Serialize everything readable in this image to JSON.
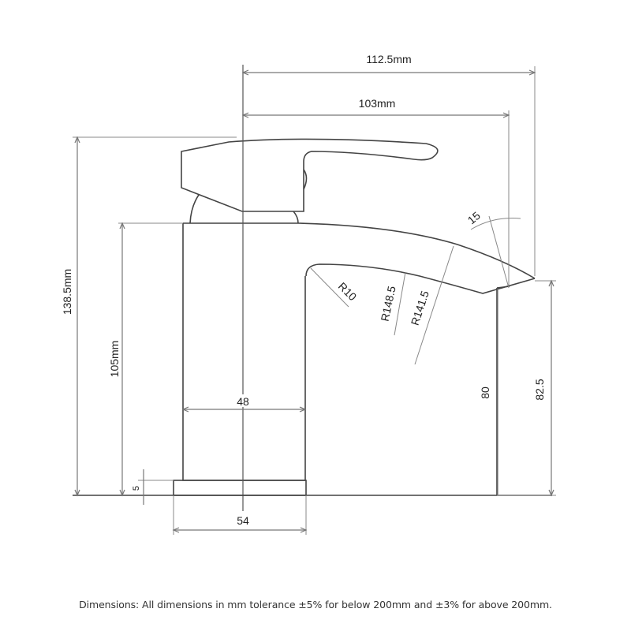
{
  "diagram": {
    "title": "Basin mixer tap dimension drawing",
    "units": "mm",
    "dimensions": {
      "overall_width": "112.5mm",
      "spout_reach": "103mm",
      "overall_height": "138.5mm",
      "body_height": "105mm",
      "body_width": "48",
      "base_width": "54",
      "base_thickness": "5",
      "spout_outlet_height": "80",
      "spout_tip_height": "82.5",
      "spout_angle": "15",
      "radius_inner_corner": "R10",
      "radius_outer_arc": "R148.5",
      "radius_inner_arc": "R141.5"
    }
  },
  "footer": {
    "note": "Dimensions: All dimensions in mm tolerance ±5% for below 200mm and ±3% for above 200mm."
  }
}
